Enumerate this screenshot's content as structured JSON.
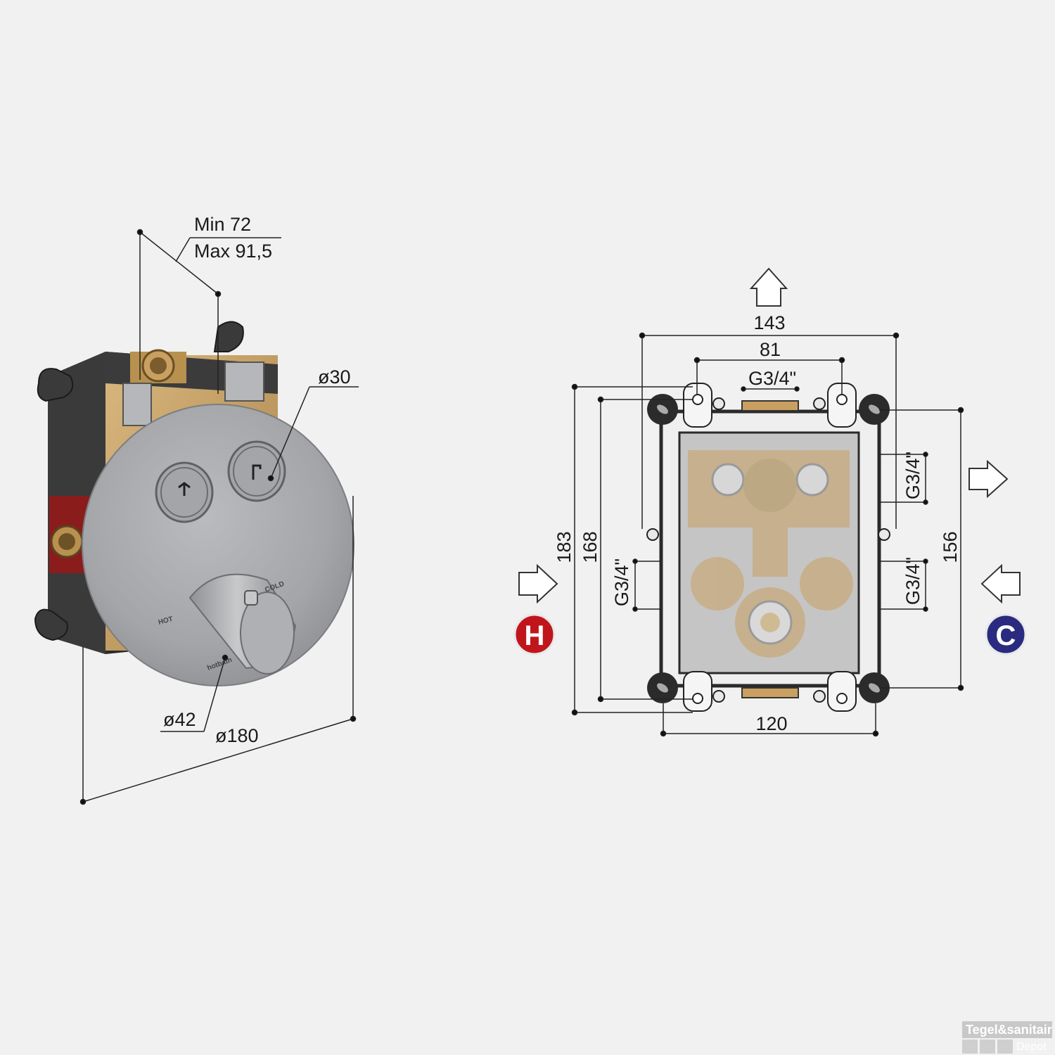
{
  "left_view": {
    "depth_min": "Min 72",
    "depth_max": "Max 91,5",
    "button_diameter": "ø30",
    "knob_diameter": "ø42",
    "plate_diameter": "ø180",
    "knob_labels": {
      "hot": "HOT",
      "cold": "COLD",
      "brand": "hotbath"
    }
  },
  "right_view": {
    "width_total": "143",
    "width_holes": "81",
    "top_connection": "G3/4\"",
    "height_total": "183",
    "height_holes": "168",
    "left_connection": "G3/4\"",
    "right_connection_top": "G3/4\"",
    "right_connection_bottom": "G3/4\"",
    "height_right": "156",
    "width_bottom": "120",
    "hot_badge": "H",
    "cold_badge": "C"
  },
  "colors": {
    "hot": "#c0161b",
    "cold": "#2a2a80",
    "brass": "#c9a061",
    "housing": "#2e2e2e",
    "plate": "#a6a8ab"
  },
  "watermark": {
    "line1": "Tegel&sanitair",
    "line2": "Depot"
  }
}
